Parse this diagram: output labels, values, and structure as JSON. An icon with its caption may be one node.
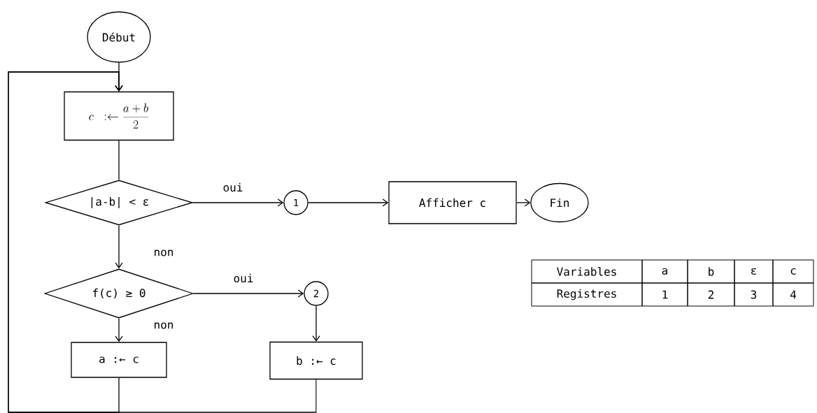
{
  "diagram": {
    "nodes": [
      {
        "text": [
          "Début"
        ]
      },
      {
        "text": [
          "c\\ :\\leftarrow \\frac{a+b}{2}"
        ]
      },
      {
        "text": [
          "|a-b| < ε"
        ]
      },
      {
        "text": [
          "1"
        ]
      },
      {
        "text": [
          "Afficher c"
        ]
      },
      {
        "text": [
          "Fin"
        ]
      },
      {
        "text": [
          "f(c) ≥ 0"
        ]
      },
      {
        "text": [
          "2"
        ]
      },
      {
        "text": [
          "a :← c"
        ]
      },
      {
        "text": [
          "b :← c"
        ]
      }
    ],
    "edges": [
      {
        "from": 0,
        "to": 1,
        "arrow": "to"
      },
      {
        "from": 1,
        "to": 2,
        "arrow": "none"
      },
      {
        "from": 2,
        "to": 3,
        "arrow": "to",
        "label": "oui"
      },
      {
        "from": 3,
        "to": 4,
        "arrow": "to"
      },
      {
        "from": 4,
        "to": 5,
        "arrow": "to"
      },
      {
        "from": 2,
        "to": 6,
        "arrow": "to",
        "label": "non"
      },
      {
        "from": 6,
        "to": 7,
        "arrow": "to",
        "label": "oui"
      },
      {
        "from": 7,
        "to": 9,
        "arrow": "to"
      },
      {
        "from": 6,
        "to": 8,
        "arrow": "to",
        "label": "non"
      },
      {
        "from": 8,
        "to": 1,
        "arrow": "to"
      },
      {
        "from": 9,
        "to": 1,
        "arrow": "to"
      }
    ],
    "labels": [
      "Variables",
      "a",
      "b",
      "ε",
      "c",
      "Registres",
      "1",
      "2",
      "3",
      "4"
    ]
  }
}
